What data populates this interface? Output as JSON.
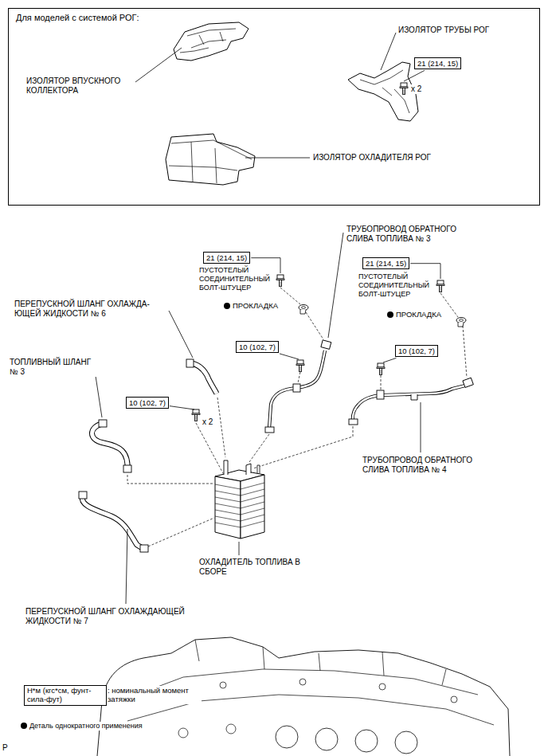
{
  "diagram": {
    "nodes": [
      {
        "text": [
          "Для моделей с системой РОГ:"
        ]
      },
      {
        "text": [
          "21 (214, 15)"
        ],
        "in": 0
      },
      {
        "text": [
          "21 (214, 15)"
        ]
      },
      {
        "text": [
          "21 (214, 15)"
        ]
      },
      {
        "text": [
          "10 (102, 7)"
        ]
      },
      {
        "text": [
          "10 (102, 7)"
        ]
      },
      {
        "text": [
          "10 (102, 7)"
        ]
      },
      {
        "text": [
          "Н*м (кгс*см, фунт-сила-фут)"
        ]
      }
    ],
    "labels": [
      "ИЗОЛЯТОР ВПУСКНОГО КОЛЛЕКТОРА",
      "ИЗОЛЯТОР ТРУБЫ РОГ",
      "x 2",
      "ИЗОЛЯТОР ОХЛАДИТЕЛЯ РОГ",
      "ТРУБОПРОВОД ОБРАТНОГО СЛИВА ТОПЛИВА № 3",
      "ПУСТОТЕЛЫЙ СОЕДИНИТЕЛЬНЫЙ БОЛТ-ШТУЦЕР",
      "ПРОКЛАДКА",
      "ПУСТОТЕЛЫЙ СОЕДИНИТЕЛЬНЫЙ БОЛТ-ШТУЦЕР",
      "ПРОКЛАДКА",
      "ПЕРЕПУСКНОЙ ШЛАНГ ОХЛАЖДА-ЮЩЕЙ ЖИДКОСТИ № 6",
      "ТОПЛИВНЫЙ ШЛАНГ № 3",
      "x 2",
      "ТРУБОПРОВОД ОБРАТНОГО СЛИВА ТОПЛИВА № 4",
      "ОХЛАДИТЕЛЬ ТОПЛИВА В СБОРЕ",
      "ПЕРЕПУСКНОЙ ШЛАНГ ОХЛАЖДАЮЩЕЙ ЖИДКОСТИ № 7",
      ": номинальный момент затяжки",
      "P"
    ],
    "legend": [
      {
        "text": "Деталь однократного применения",
        "color": "#000000"
      }
    ]
  }
}
